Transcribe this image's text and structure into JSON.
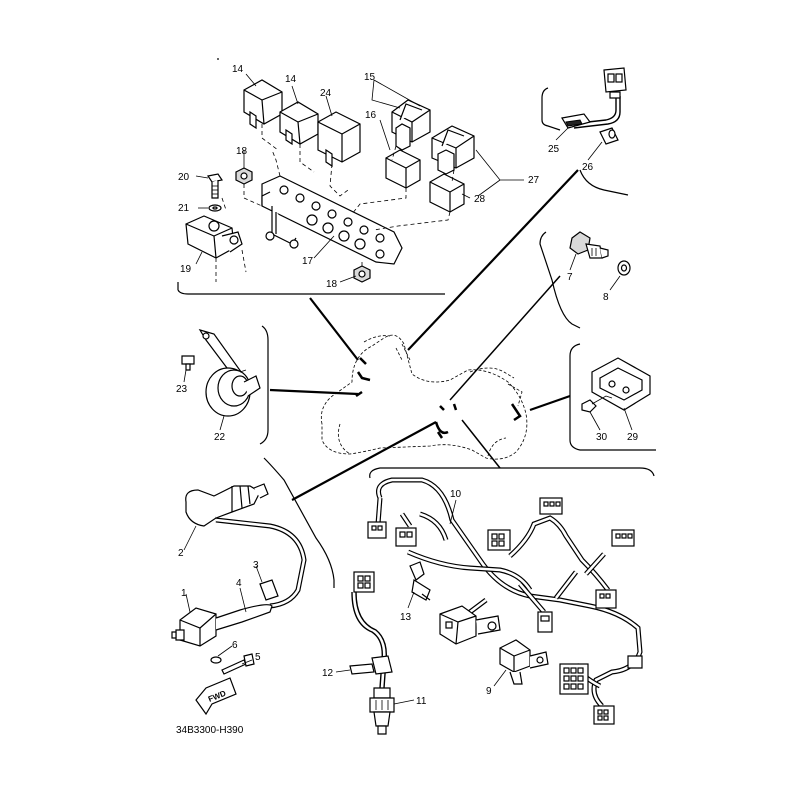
{
  "diagram": {
    "code": "34B3300-H390",
    "fwd_label": "FWD",
    "callouts": [
      "1",
      "2",
      "3",
      "4",
      "5",
      "6",
      "7",
      "8",
      "9",
      "10",
      "11",
      "12",
      "13",
      "14",
      "14",
      "15",
      "16",
      "17",
      "18",
      "18",
      "19",
      "20",
      "21",
      "22",
      "23",
      "24",
      "25",
      "26",
      "27",
      "28",
      "29",
      "30"
    ]
  }
}
